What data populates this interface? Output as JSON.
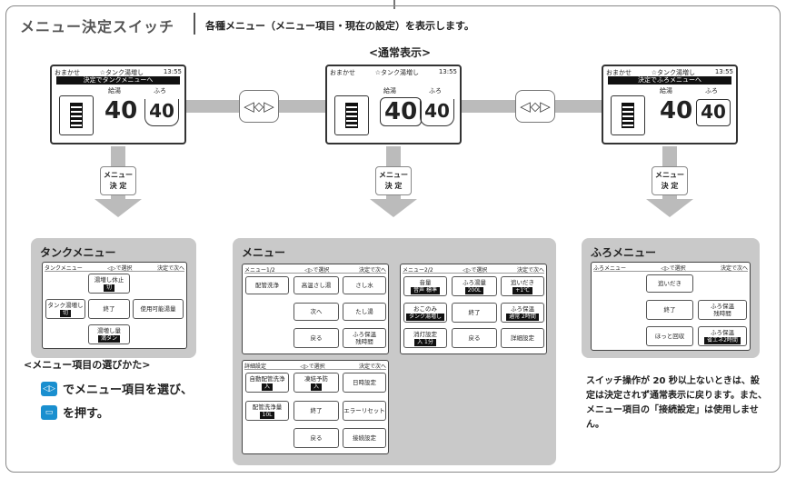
{
  "header": {
    "title": "メニュー決定スイッチ",
    "description": "各種メニュー（メニュー項目・現在の設定）を表示します。"
  },
  "normal_display_label": "<通常表示>",
  "rocker_icon": "◁⬦▷",
  "screens": [
    {
      "top_left": "おまかせ",
      "top_mid": "☆タンク湯増し",
      "time": "13:55",
      "bar": "決定でタンクメニューへ",
      "lbl_supply": "給湯",
      "lbl_bath": "ふろ",
      "temp": "40",
      "bath": "40"
    },
    {
      "top_left": "おまかせ",
      "top_mid": "☆タンク湯増し",
      "time": "13:55",
      "bar": "",
      "lbl_supply": "給湯",
      "lbl_bath": "ふろ",
      "temp": "40",
      "bath": "40"
    },
    {
      "top_left": "おまかせ",
      "top_mid": "☆タンク湯増し",
      "time": "13:55",
      "bar": "決定でふろメニューへ",
      "lbl_supply": "給湯",
      "lbl_bath": "ふろ",
      "temp": "40",
      "bath": "40"
    }
  ],
  "menu_button_label": {
    "line1": "メニュー",
    "line2": "決 定"
  },
  "tank_panel": {
    "title": "タンクメニュー",
    "screen_header": [
      "タンクメニュー",
      "◁▷で選択",
      "決定で次へ"
    ],
    "buttons": {
      "stop": "湯増し休止",
      "stop_val": "切",
      "tank": "タンク湯増し",
      "tank_val": "切",
      "end": "終了",
      "usable": "使用可能湯量",
      "amount": "湯増し量",
      "amount_val": "満タン"
    }
  },
  "menu_panel": {
    "title": "メニュー",
    "p1": {
      "header": [
        "メニュー1/2",
        "◁▷で選択",
        "決定で次へ"
      ],
      "b1": "配管洗浄",
      "b2": "高温さし湯",
      "b3": "さし水",
      "b4": "次へ",
      "b5": "たし湯",
      "b6": "戻る",
      "b7": "ふろ保温",
      "b7b": "残時間"
    },
    "p2": {
      "header": [
        "メニュー2/2",
        "◁▷で選択",
        "決定で次へ"
      ],
      "b1": "音量",
      "b1v": "音声 標準",
      "b2": "ふろ湯量",
      "b2v": "200L",
      "b3": "追いだき",
      "b3v": "+1℃",
      "b4": "おこのみ",
      "b4v": "タンク湯増し",
      "b5": "終了",
      "b6": "ふろ保温",
      "b6v": "通常 2時間",
      "b7": "消灯設定",
      "b7v": "入 1分",
      "b8": "戻る",
      "b9": "詳細設定"
    },
    "p3": {
      "header": [
        "詳細設定",
        "◁▷で選択",
        "決定で次へ"
      ],
      "b1": "自動配管洗浄",
      "b1v": "入",
      "b2": "凍結予防",
      "b2v": "入",
      "b3": "日時設定",
      "b4": "配管洗浄量",
      "b4v": "10L",
      "b5": "終了",
      "b6": "エラーリセット",
      "b7": "戻る",
      "b8": "接続設定"
    }
  },
  "bath_panel": {
    "title": "ふろメニュー",
    "screen_header": [
      "ふろメニュー",
      "◁▷で選択",
      "決定で次へ"
    ],
    "buttons": {
      "reheat": "追いだき",
      "end": "終了",
      "keep": "ふろ保温",
      "keep_b": "残時間",
      "hold": "ほっと回収",
      "keep2": "ふろ保温",
      "keep2_v": "省エネ2時間"
    }
  },
  "howto": {
    "title": "<メニュー項目の選びかた>",
    "line1": "でメニュー項目を選び、",
    "line2": "を押す。"
  },
  "note": "スイッチ操作が 20 秒以上ないときは、設定は決定されず通常表示に戻ります。また、メニュー項目の「接続設定」は使用しません。",
  "colors": {
    "panel": "#c9c9c9",
    "connector": "#bbbbbb",
    "accent": "#1a8fcf"
  }
}
